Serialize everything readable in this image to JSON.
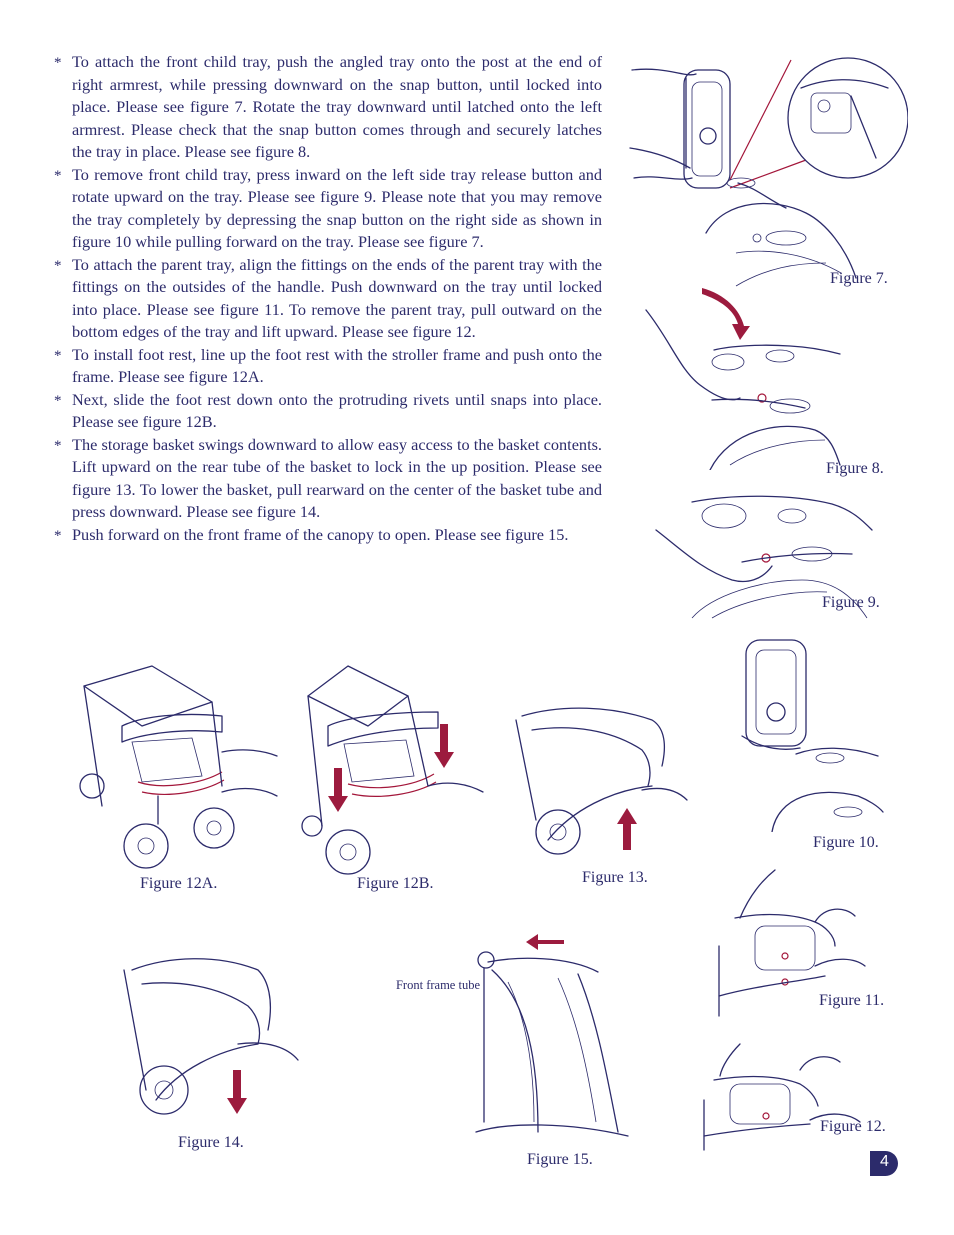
{
  "instructions": [
    "To attach the front child tray, push the angled tray onto the post at the end of right armrest, while pressing downward on the snap button,  until locked into place.  Please see figure 7.  Rotate the tray downward until latched onto the left armrest.  Please check that the snap button comes through and securely latches the tray in place.  Please see figure 8.",
    "To remove front child tray, press inward on the left side tray release button and rotate upward on the tray.  Please see figure 9.  Please note that you may remove the tray completely by depressing the snap button on the right side as shown in figure 10 while pulling forward on the tray. Please see figure 7.",
    "To attach the parent tray, align the fittings on the ends of the parent tray with the fittings on the outsides of the handle. Push downward on the tray until locked into place.  Please see figure 11. To remove the parent tray, pull outward on the bottom edges of the tray and lift upward.  Please see figure 12.",
    "To install foot rest, line up the foot rest with the stroller frame and push onto the frame. Please see figure 12A.",
    "Next, slide the foot rest down onto the protruding rivets until snaps into place.  Please see figure 12B.",
    "The storage basket swings downward to allow easy access to the basket contents. Lift upward on the rear tube of the basket to lock in the up position.  Please see figure 13.  To lower the basket, pull rearward on the center of the basket tube and press downward.  Please see figure 14.",
    "Push forward on the front frame of the canopy to open.  Please see figure 15."
  ],
  "figures": {
    "fig7": "Figure 7.",
    "fig8": "Figure 8.",
    "fig9": "Figure 9.",
    "fig10": "Figure 10.",
    "fig11": "Figure 11.",
    "fig12": "Figure 12.",
    "fig12a": "Figure 12A.",
    "fig12b": "Figure 12B.",
    "fig13": "Figure 13.",
    "fig14": "Figure 14.",
    "fig15": "Figure 15."
  },
  "annotation_front_frame": "Front frame tube",
  "page_number": "4",
  "colors": {
    "ink": "#2c2b6b",
    "accent_red": "#9c1b3e"
  }
}
